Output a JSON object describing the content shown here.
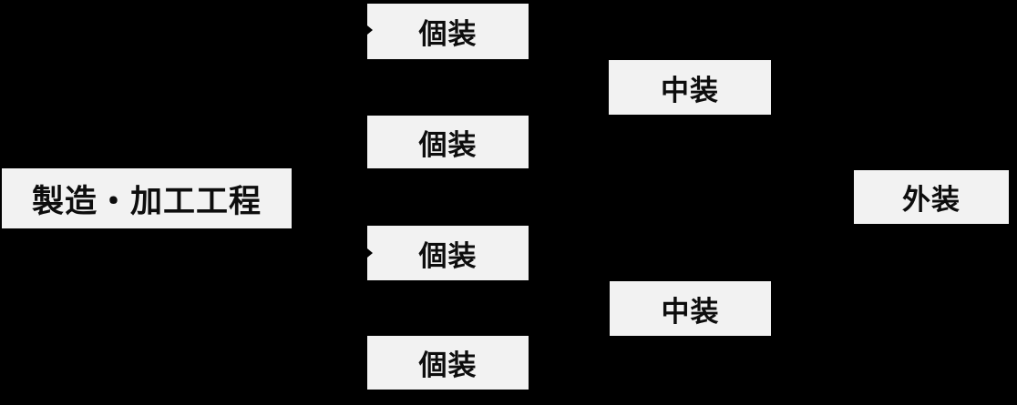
{
  "diagram": {
    "description_labels": {},
    "colors": {
      "background": "#000000",
      "node_fill": "#f2f2f2",
      "node_text": "#0d0d0d",
      "arrow": "#000000"
    },
    "nodes": {
      "process": {
        "label": "製造・加工工程"
      },
      "koso1": {
        "label": "個装"
      },
      "koso2": {
        "label": "個装"
      },
      "koso3": {
        "label": "個装"
      },
      "koso4": {
        "label": "個装"
      },
      "chuso1": {
        "label": "中装"
      },
      "chuso2": {
        "label": "中装"
      },
      "gaiso": {
        "label": "外装"
      }
    }
  }
}
